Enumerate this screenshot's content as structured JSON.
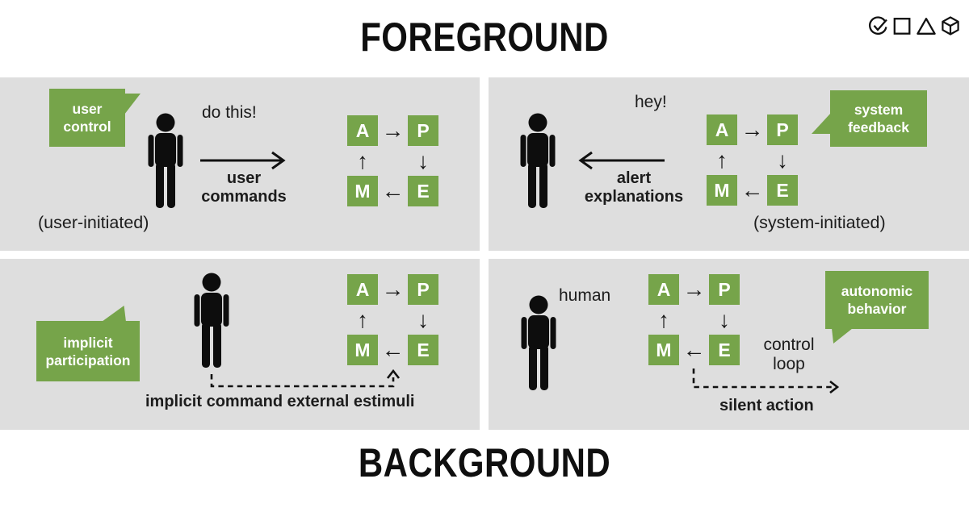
{
  "page": {
    "foreground_title": "FOREGROUND",
    "background_title": "BACKGROUND"
  },
  "corner_icons": [
    "check-circle-icon",
    "square-outline-icon",
    "triangle-outline-icon",
    "cube-outline-icon"
  ],
  "colors": {
    "green": "#76a44a",
    "panel_bg": "#dedede",
    "ink": "#1a1a1a",
    "bubble_text": "#ffffff"
  },
  "mape": {
    "a": "A",
    "p": "P",
    "m": "M",
    "e": "E"
  },
  "glyphs": {
    "arrow_right": "→",
    "arrow_down": "↓",
    "arrow_left": "←",
    "arrow_up": "↑"
  },
  "quadrants": {
    "user_initiated": {
      "bubble": {
        "line1": "user",
        "line2": "control"
      },
      "speech": "do this!",
      "arrow_label": {
        "line1": "user",
        "line2": "commands"
      },
      "caption": "(user-initiated)"
    },
    "system_initiated": {
      "speech": "hey!",
      "arrow_label": {
        "line1": "alert",
        "line2": "explanations"
      },
      "bubble": {
        "line1": "system",
        "line2": "feedback"
      },
      "caption": "(system-initiated)"
    },
    "implicit_participation": {
      "bubble": {
        "line1": "implicit",
        "line2": "participation"
      },
      "dashed_label": "implicit command external estimuli"
    },
    "autonomic_behavior": {
      "human_label": "human",
      "loop_label": {
        "line1": "control",
        "line2": "loop"
      },
      "bubble": {
        "line1": "autonomic",
        "line2": "behavior"
      },
      "dashed_label": "silent action"
    }
  }
}
